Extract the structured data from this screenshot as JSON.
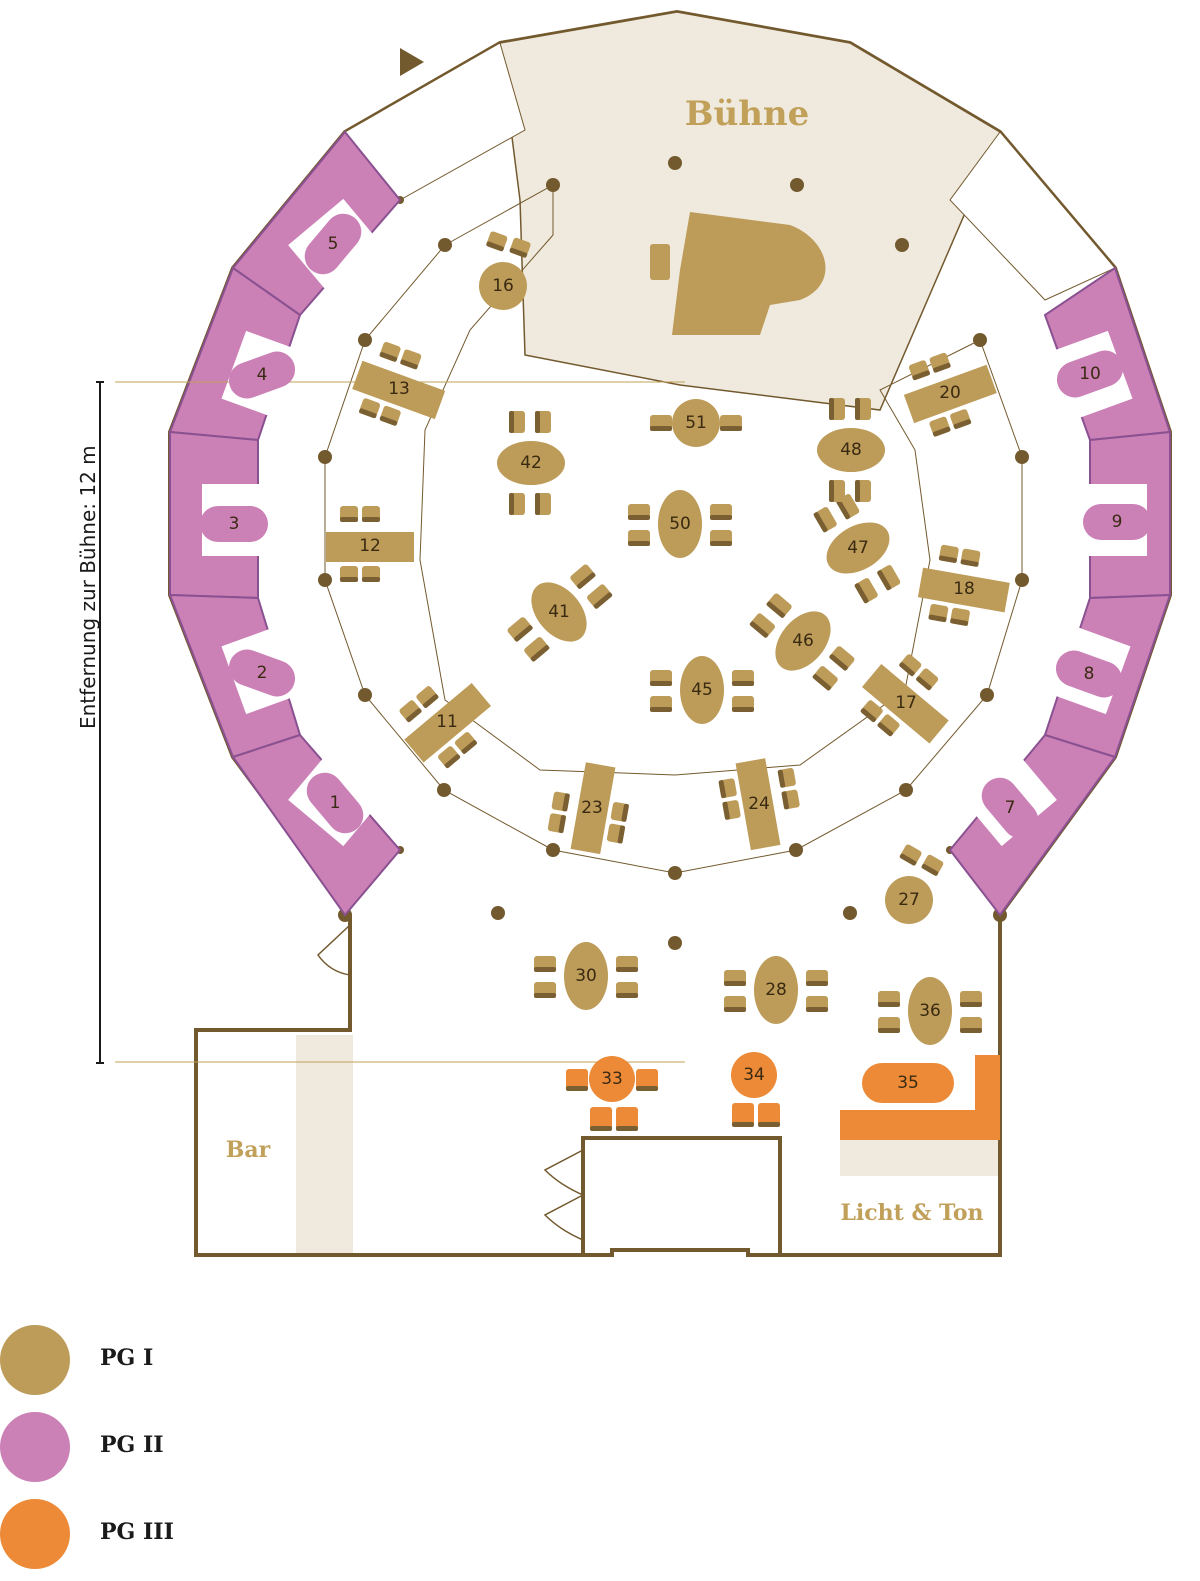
{
  "stage": {
    "label": "Bühne"
  },
  "bar": {
    "label": "Bar"
  },
  "tech": {
    "label": "Licht & Ton"
  },
  "distance": {
    "label": "Entfernung zur Bühne: 12 m"
  },
  "colors": {
    "pg1": "#bd9b58",
    "pg2": "#cb80b6",
    "pg3": "#ec8a37",
    "outline": "#73592e",
    "stage_fill": "#efeadd",
    "box_frame": "#8a5191"
  },
  "legend": [
    {
      "label": "PG I",
      "color": "#bd9b58"
    },
    {
      "label": "PG II",
      "color": "#cb80b6"
    },
    {
      "label": "PG III",
      "color": "#ec8a37"
    }
  ],
  "tables": [
    {
      "num": "1",
      "category": "PG II"
    },
    {
      "num": "2",
      "category": "PG II"
    },
    {
      "num": "3",
      "category": "PG II"
    },
    {
      "num": "4",
      "category": "PG II"
    },
    {
      "num": "5",
      "category": "PG II"
    },
    {
      "num": "7",
      "category": "PG II"
    },
    {
      "num": "8",
      "category": "PG II"
    },
    {
      "num": "9",
      "category": "PG II"
    },
    {
      "num": "10",
      "category": "PG II"
    },
    {
      "num": "11",
      "category": "PG I"
    },
    {
      "num": "12",
      "category": "PG I"
    },
    {
      "num": "13",
      "category": "PG I"
    },
    {
      "num": "16",
      "category": "PG I"
    },
    {
      "num": "17",
      "category": "PG I"
    },
    {
      "num": "18",
      "category": "PG I"
    },
    {
      "num": "20",
      "category": "PG I"
    },
    {
      "num": "23",
      "category": "PG I"
    },
    {
      "num": "24",
      "category": "PG I"
    },
    {
      "num": "27",
      "category": "PG I"
    },
    {
      "num": "28",
      "category": "PG I"
    },
    {
      "num": "30",
      "category": "PG I"
    },
    {
      "num": "33",
      "category": "PG III"
    },
    {
      "num": "34",
      "category": "PG III"
    },
    {
      "num": "35",
      "category": "PG III"
    },
    {
      "num": "36",
      "category": "PG I"
    },
    {
      "num": "41",
      "category": "PG I"
    },
    {
      "num": "42",
      "category": "PG I"
    },
    {
      "num": "45",
      "category": "PG I"
    },
    {
      "num": "46",
      "category": "PG I"
    },
    {
      "num": "47",
      "category": "PG I"
    },
    {
      "num": "48",
      "category": "PG I"
    },
    {
      "num": "50",
      "category": "PG I"
    },
    {
      "num": "51",
      "category": "PG I"
    }
  ]
}
